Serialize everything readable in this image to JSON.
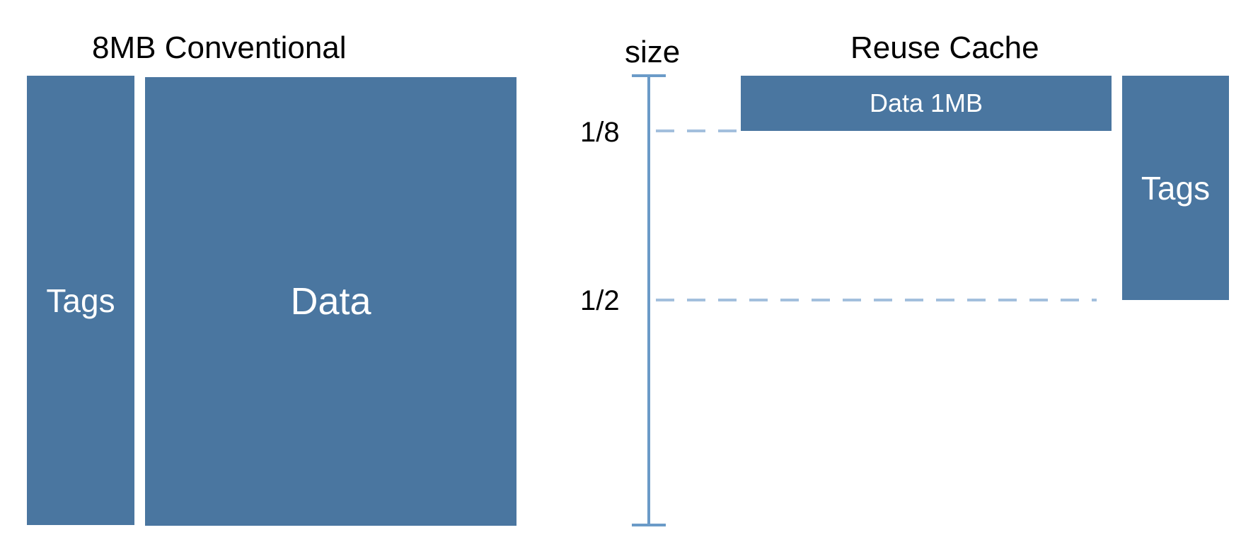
{
  "colors": {
    "block": "#4a76a0",
    "axis": "#6b9bc8",
    "guide": "#a3bfdd",
    "text": "#000000",
    "block_text": "#ffffff"
  },
  "conventional": {
    "title": "8MB Conventional",
    "tags_label": "Tags",
    "data_label": "Data"
  },
  "scale": {
    "label": "size",
    "ticks": [
      "1/8",
      "1/2"
    ]
  },
  "reuse": {
    "title": "Reuse Cache",
    "data_label": "Data 1MB",
    "tags_label": "Tags"
  }
}
